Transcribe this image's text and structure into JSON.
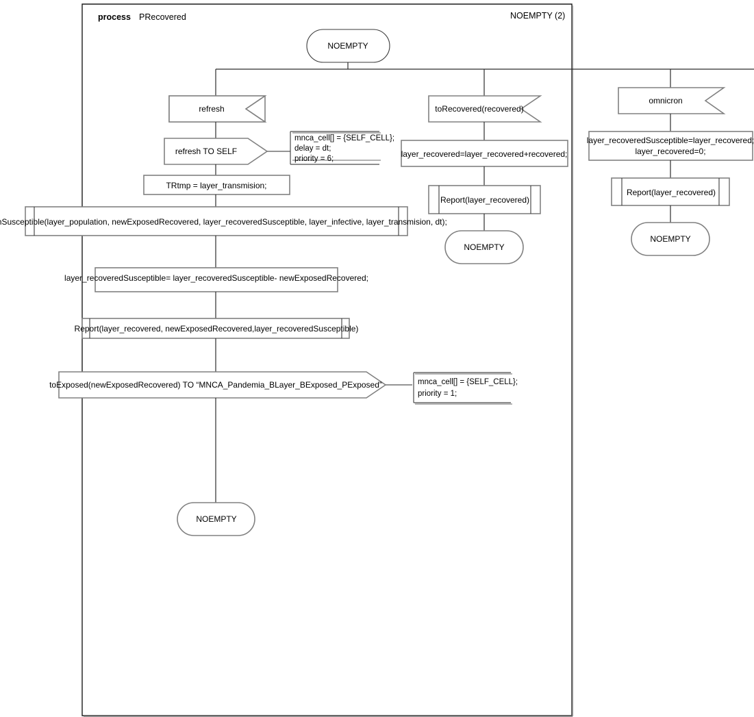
{
  "header": {
    "keyword": "process",
    "process_name": "PRecovered",
    "right_label": "NOEMPTY (2)"
  },
  "diagram": {
    "start_state": "NOEMPTY",
    "branches": [
      {
        "id": "refresh-branch",
        "input": "refresh",
        "output": "refresh TO SELF",
        "output_comment": [
          "mnca_cell[] = {SELF_CELL};",
          "delay = dt;",
          "priority = 6;"
        ],
        "task": "TRtmp  = layer_transmision;",
        "procedure_call_1": "numSusceptible(layer_population, newExposedRecovered, layer_recoveredSusceptible, layer_infective, layer_transmision, dt);",
        "task_2": "layer_recoveredSusceptible= layer_recoveredSusceptible- newExposedRecovered;",
        "procedure_call_2": "Report(layer_recovered, newExposedRecovered,layer_recoveredSusceptible)",
        "output_2": "toExposed(newExposedRecovered) TO “MNCA_Pandemia_BLayer_BExposed_PExposed”",
        "output_2_comment": [
          "mnca_cell[] = {SELF_CELL};",
          "priority = 1;"
        ],
        "end_state": "NOEMPTY"
      },
      {
        "id": "torecovered-branch",
        "input": "toRecovered(recovered)",
        "task": "layer_recovered=layer_recovered+recovered;",
        "procedure_call": "Report(layer_recovered)",
        "end_state": "NOEMPTY"
      },
      {
        "id": "omnicron-branch",
        "input": "omnicron",
        "task_lines": [
          "layer_recoveredSusceptible=layer_recovered;",
          "layer_recovered=0;"
        ],
        "procedure_call": "Report(layer_recovered)",
        "end_state": "NOEMPTY"
      }
    ]
  },
  "colors": {
    "shape_stroke": "#808080",
    "flow_stroke": "#2b2b2b",
    "frame_stroke": "#1a1a1a",
    "text": "#000000",
    "background": "#ffffff"
  }
}
